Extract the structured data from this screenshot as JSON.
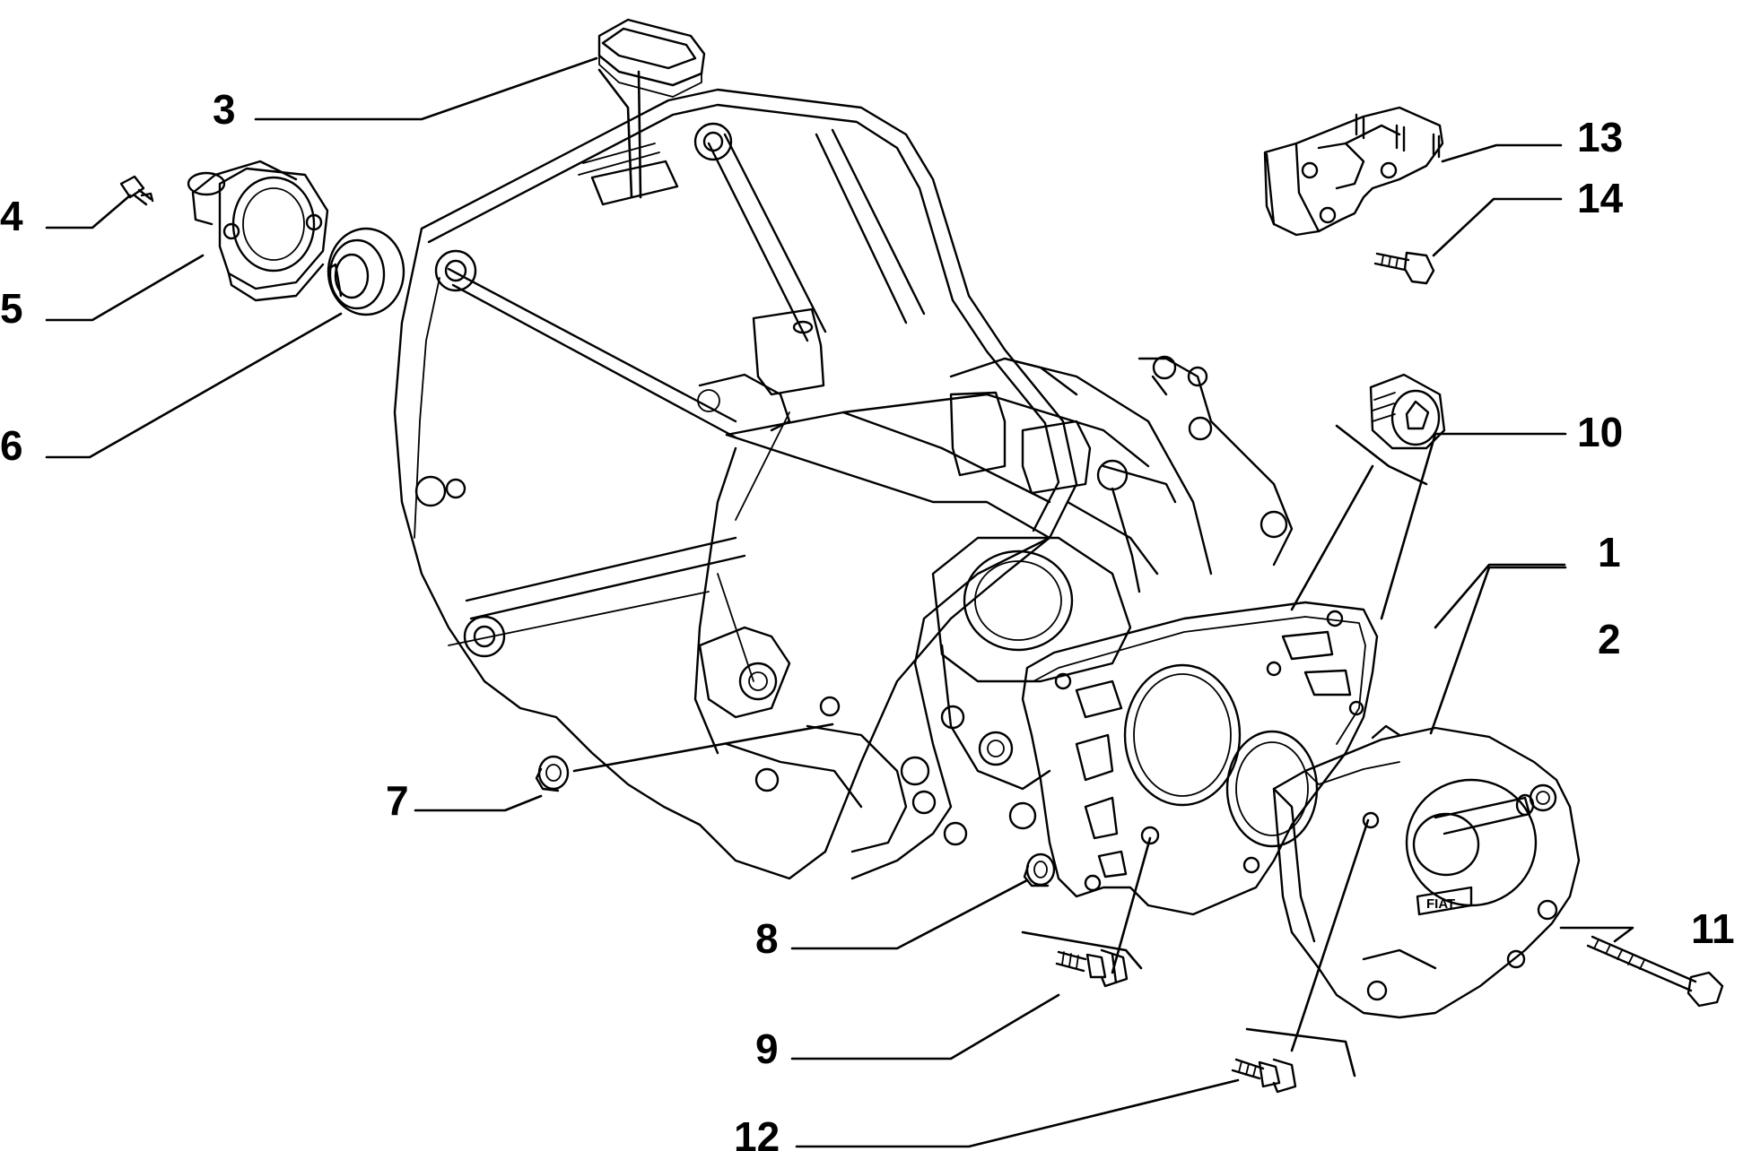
{
  "diagram": {
    "callouts": [
      {
        "id": "1",
        "label": "1"
      },
      {
        "id": "2",
        "label": "2"
      },
      {
        "id": "3",
        "label": "3"
      },
      {
        "id": "4",
        "label": "4"
      },
      {
        "id": "5",
        "label": "5"
      },
      {
        "id": "6",
        "label": "6"
      },
      {
        "id": "7",
        "label": "7"
      },
      {
        "id": "8",
        "label": "8"
      },
      {
        "id": "9",
        "label": "9"
      },
      {
        "id": "10",
        "label": "10"
      },
      {
        "id": "11",
        "label": "11"
      },
      {
        "id": "12",
        "label": "12"
      },
      {
        "id": "13",
        "label": "13"
      },
      {
        "id": "14",
        "label": "14"
      }
    ],
    "cover_brand": "FIAT"
  }
}
